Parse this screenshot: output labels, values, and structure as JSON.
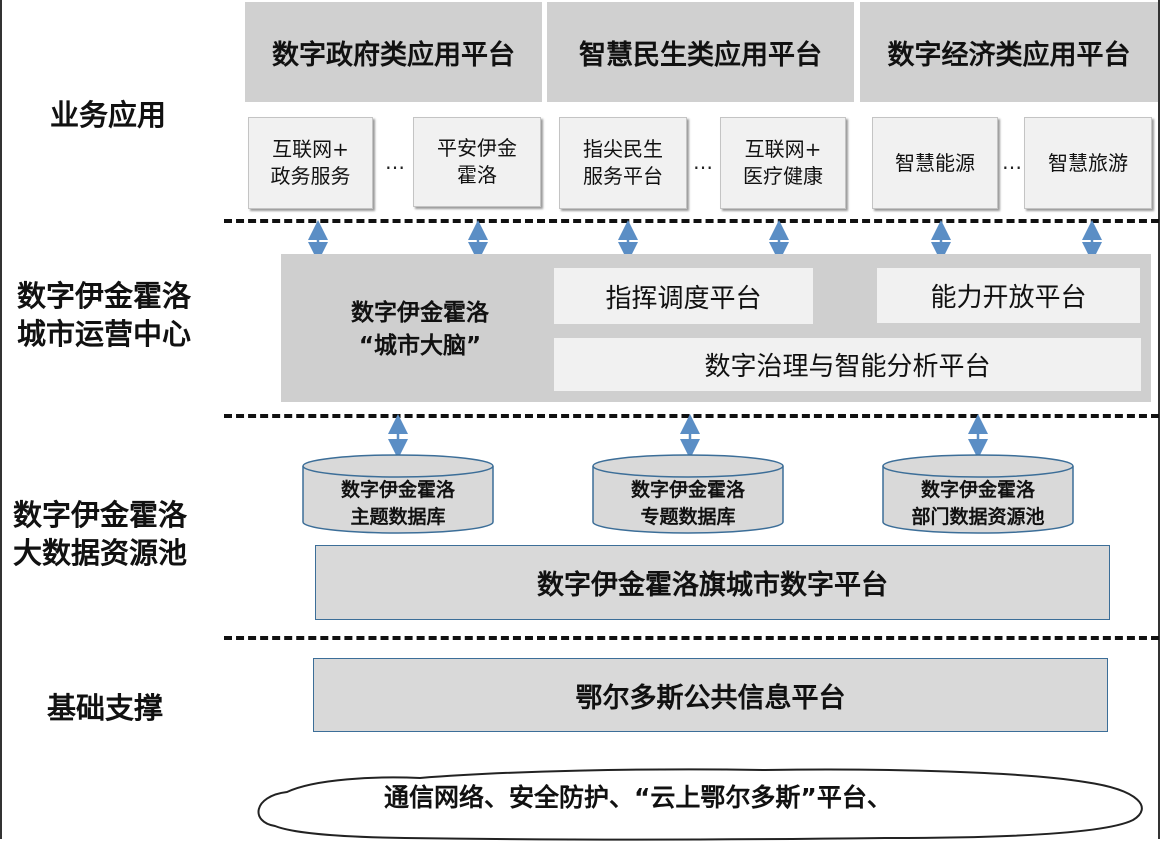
{
  "layers": {
    "business": "业务应用",
    "operation_line1": "数字伊金霍洛",
    "operation_line2": "城市运营中心",
    "bigdata_line1": "数字伊金霍洛",
    "bigdata_line2": "大数据资源池",
    "foundation": "基础支撑"
  },
  "categories": [
    "数字政府类应用平台",
    "智慧民生类应用平台",
    "数字经济类应用平台"
  ],
  "apps": [
    {
      "line1": "互联网+",
      "line2": "政务服务"
    },
    {
      "line1": "平安伊金",
      "line2": "霍洛"
    },
    {
      "line1": "指尖民生",
      "line2": "服务平台"
    },
    {
      "line1": "互联网+",
      "line2": "医疗健康"
    },
    {
      "line1": "智慧能源",
      "line2": ""
    },
    {
      "line1": "智慧旅游",
      "line2": ""
    }
  ],
  "ellipsis": "…",
  "brain": {
    "line1": "数字伊金霍洛",
    "line2": "“城市大脑”"
  },
  "platforms": {
    "command": "指挥调度平台",
    "capability": "能力开放平台",
    "governance": "数字治理与智能分析平台"
  },
  "databases": [
    {
      "line1": "数字伊金霍洛",
      "line2": "主题数据库"
    },
    {
      "line1": "数字伊金霍洛",
      "line2": "专题数据库"
    },
    {
      "line1": "数字伊金霍洛",
      "line2": "部门数据资源池"
    }
  ],
  "city_platform": "数字伊金霍洛旗城市数字平台",
  "public_platform": "鄂尔多斯公共信息平台",
  "infrastructure": "通信网络、安全防护、“云上鄂尔多斯”平台、",
  "colors": {
    "category_bg": "#d0d0d0",
    "panel_bg": "#cfcfcf",
    "arrow": "#5b8ec5",
    "bar_border": "#3c6e98"
  }
}
